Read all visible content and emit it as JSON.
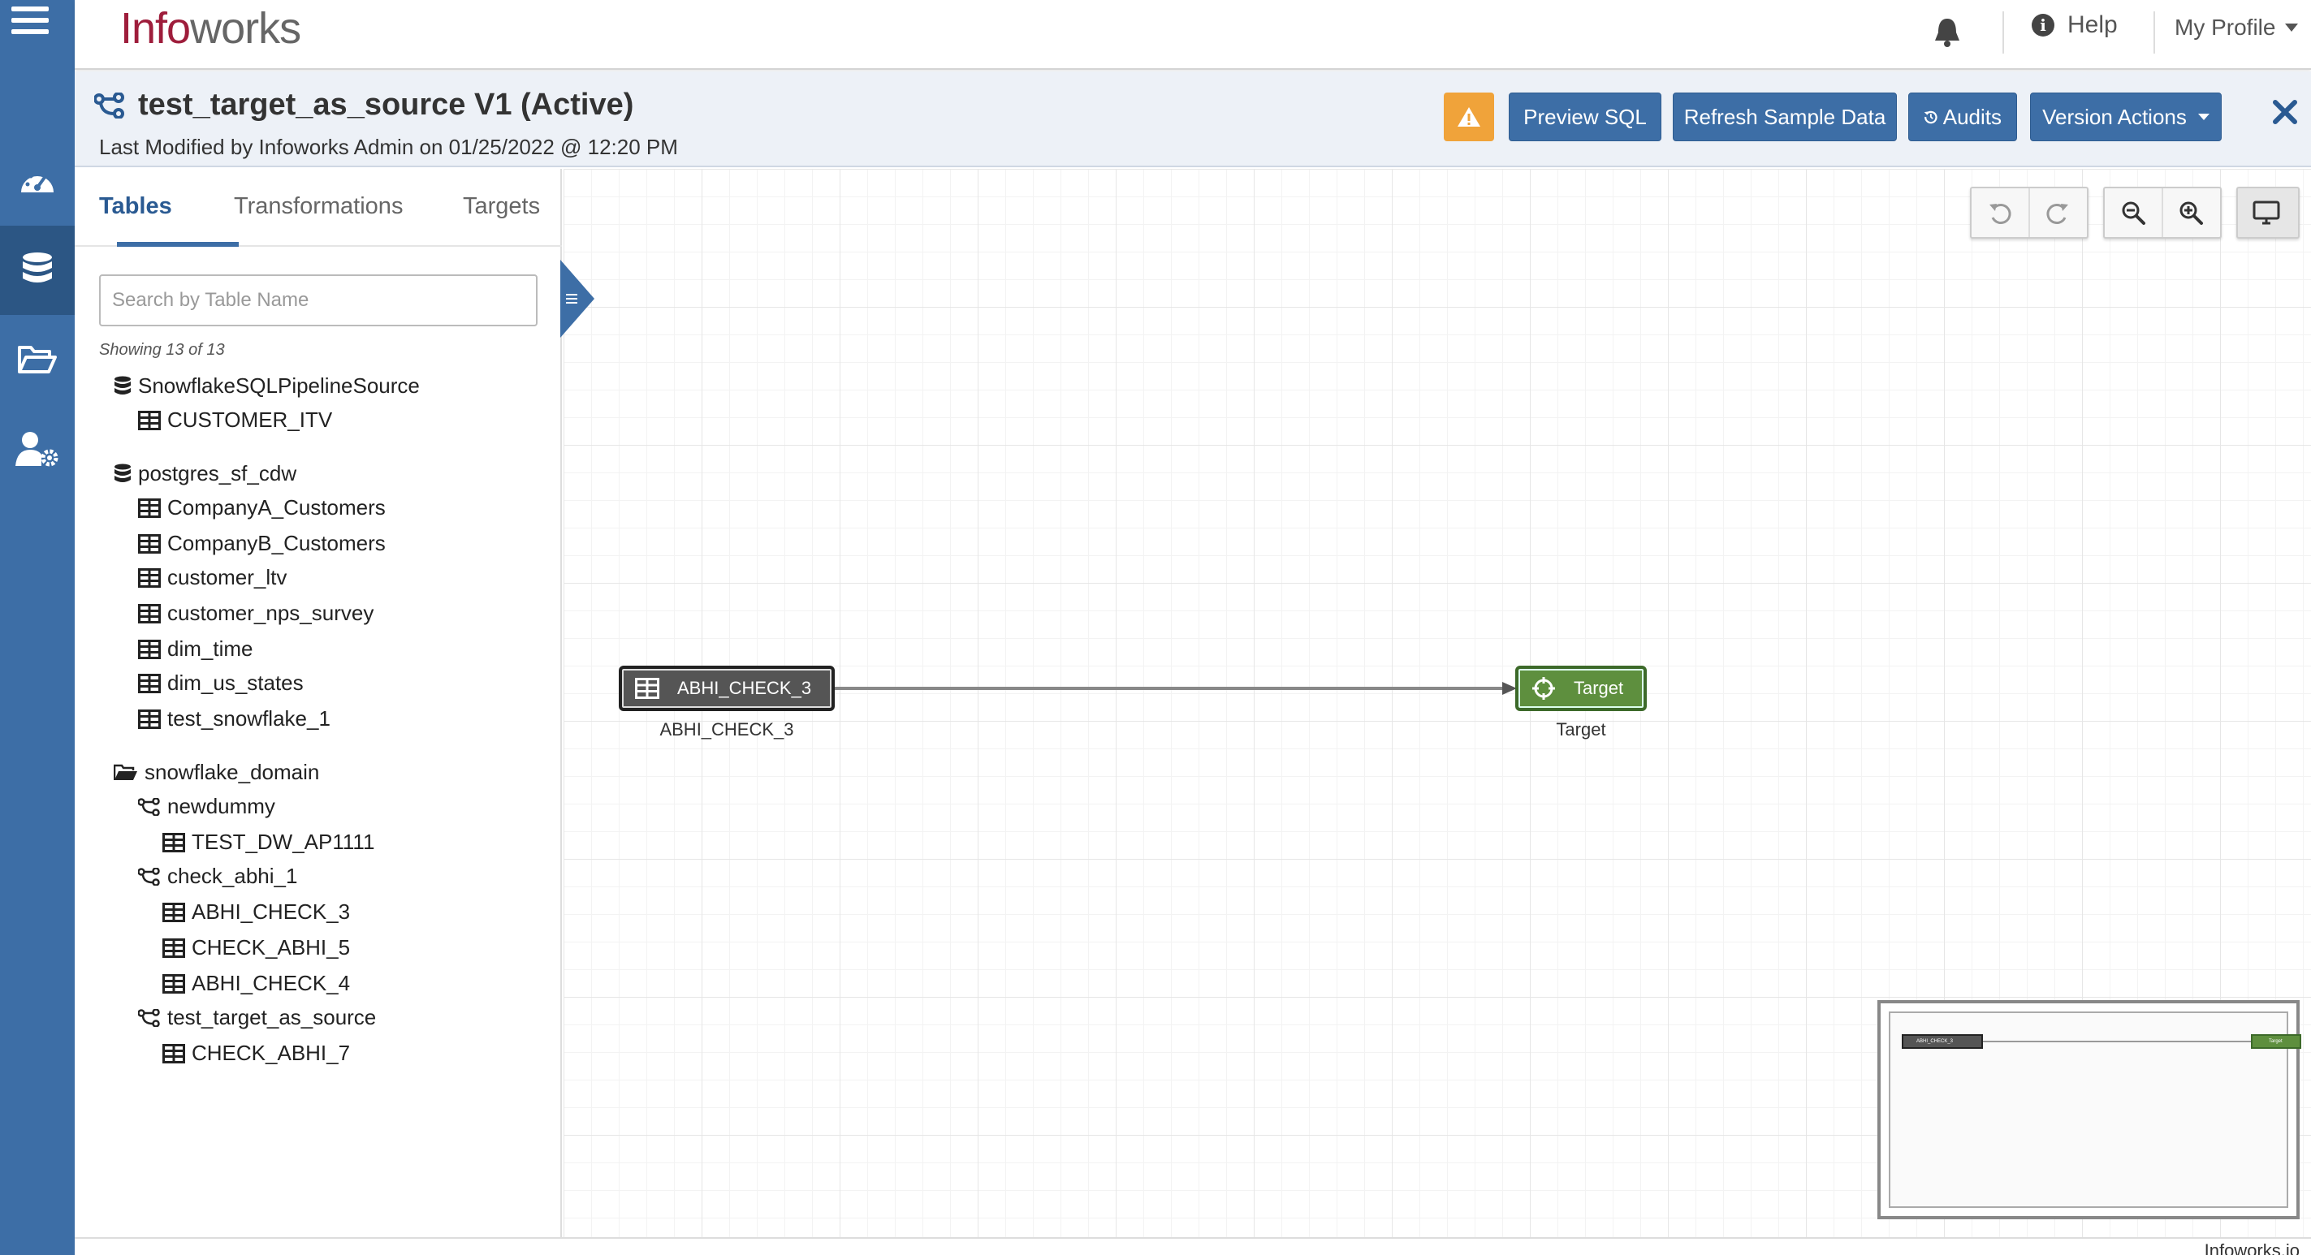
{
  "header": {
    "logo_part1": "Info",
    "logo_part2": "works",
    "help_label": "Help",
    "profile_label": "My Profile"
  },
  "pipeline": {
    "title": "test_target_as_source V1 (Active)",
    "last_modified": "Last Modified by Infoworks Admin on 01/25/2022 @ 12:20 PM",
    "buttons": {
      "preview_sql": "Preview SQL",
      "refresh_sample": "Refresh Sample Data",
      "audits": "Audits",
      "version_actions": "Version Actions"
    }
  },
  "panel": {
    "tabs": [
      "Tables",
      "Transformations",
      "Targets"
    ],
    "search_placeholder": "Search by Table Name",
    "showing": "Showing 13 of 13",
    "tree": [
      {
        "kind": "source",
        "label": "SnowflakeSQLPipelineSource"
      },
      {
        "kind": "table",
        "label": "CUSTOMER_ITV"
      },
      {
        "kind": "source",
        "label": "postgres_sf_cdw"
      },
      {
        "kind": "table",
        "label": "CompanyA_Customers"
      },
      {
        "kind": "table",
        "label": "CompanyB_Customers"
      },
      {
        "kind": "table",
        "label": "customer_ltv"
      },
      {
        "kind": "table",
        "label": "customer_nps_survey"
      },
      {
        "kind": "table",
        "label": "dim_time"
      },
      {
        "kind": "table",
        "label": "dim_us_states"
      },
      {
        "kind": "table",
        "label": "test_snowflake_1"
      },
      {
        "kind": "domain",
        "label": "snowflake_domain"
      },
      {
        "kind": "pipeline",
        "label": "newdummy"
      },
      {
        "kind": "table",
        "label": "TEST_DW_AP1111"
      },
      {
        "kind": "pipeline",
        "label": "check_abhi_1"
      },
      {
        "kind": "table",
        "label": "ABHI_CHECK_3"
      },
      {
        "kind": "table",
        "label": "CHECK_ABHI_5"
      },
      {
        "kind": "table",
        "label": "ABHI_CHECK_4"
      },
      {
        "kind": "pipeline",
        "label": "test_target_as_source"
      },
      {
        "kind": "table",
        "label": "CHECK_ABHI_7"
      }
    ]
  },
  "canvas": {
    "source_node": {
      "label": "ABHI_CHECK_3",
      "caption": "ABHI_CHECK_3",
      "icon": "table-icon"
    },
    "target_node": {
      "label": "Target",
      "caption": "Target",
      "icon": "crosshair-icon"
    },
    "minimap": {
      "source_label": "ABHI_CHECK_3",
      "target_label": "Target"
    }
  },
  "footer": {
    "text": "Infoworks.io"
  },
  "colors": {
    "rail": "#3d6ea6",
    "primary_button": "#3d6ea6",
    "warning": "#f0a33a",
    "target_node": "#5e8f3e",
    "source_node": "#555555",
    "logo_red": "#9e1d3b"
  }
}
